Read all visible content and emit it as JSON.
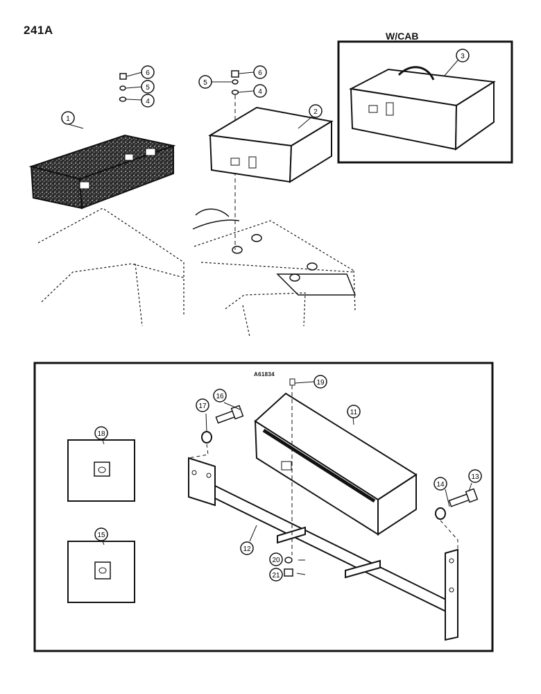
{
  "page_number": "241A",
  "cab_label": "W/CAB",
  "drawing_code": "A61834",
  "callouts": {
    "c1": "1",
    "c2": "2",
    "c3": "3",
    "c4a": "4",
    "c5a": "5",
    "c6a": "6",
    "c4b": "4",
    "c5b": "5",
    "c6b": "6",
    "c11": "11",
    "c12": "12",
    "c13": "13",
    "c14": "14",
    "c15": "15",
    "c16": "16",
    "c17": "17",
    "c18": "18",
    "c19": "19",
    "c20": "20",
    "c21": "21"
  },
  "colors": {
    "ink": "#111111",
    "paper": "#ffffff"
  }
}
